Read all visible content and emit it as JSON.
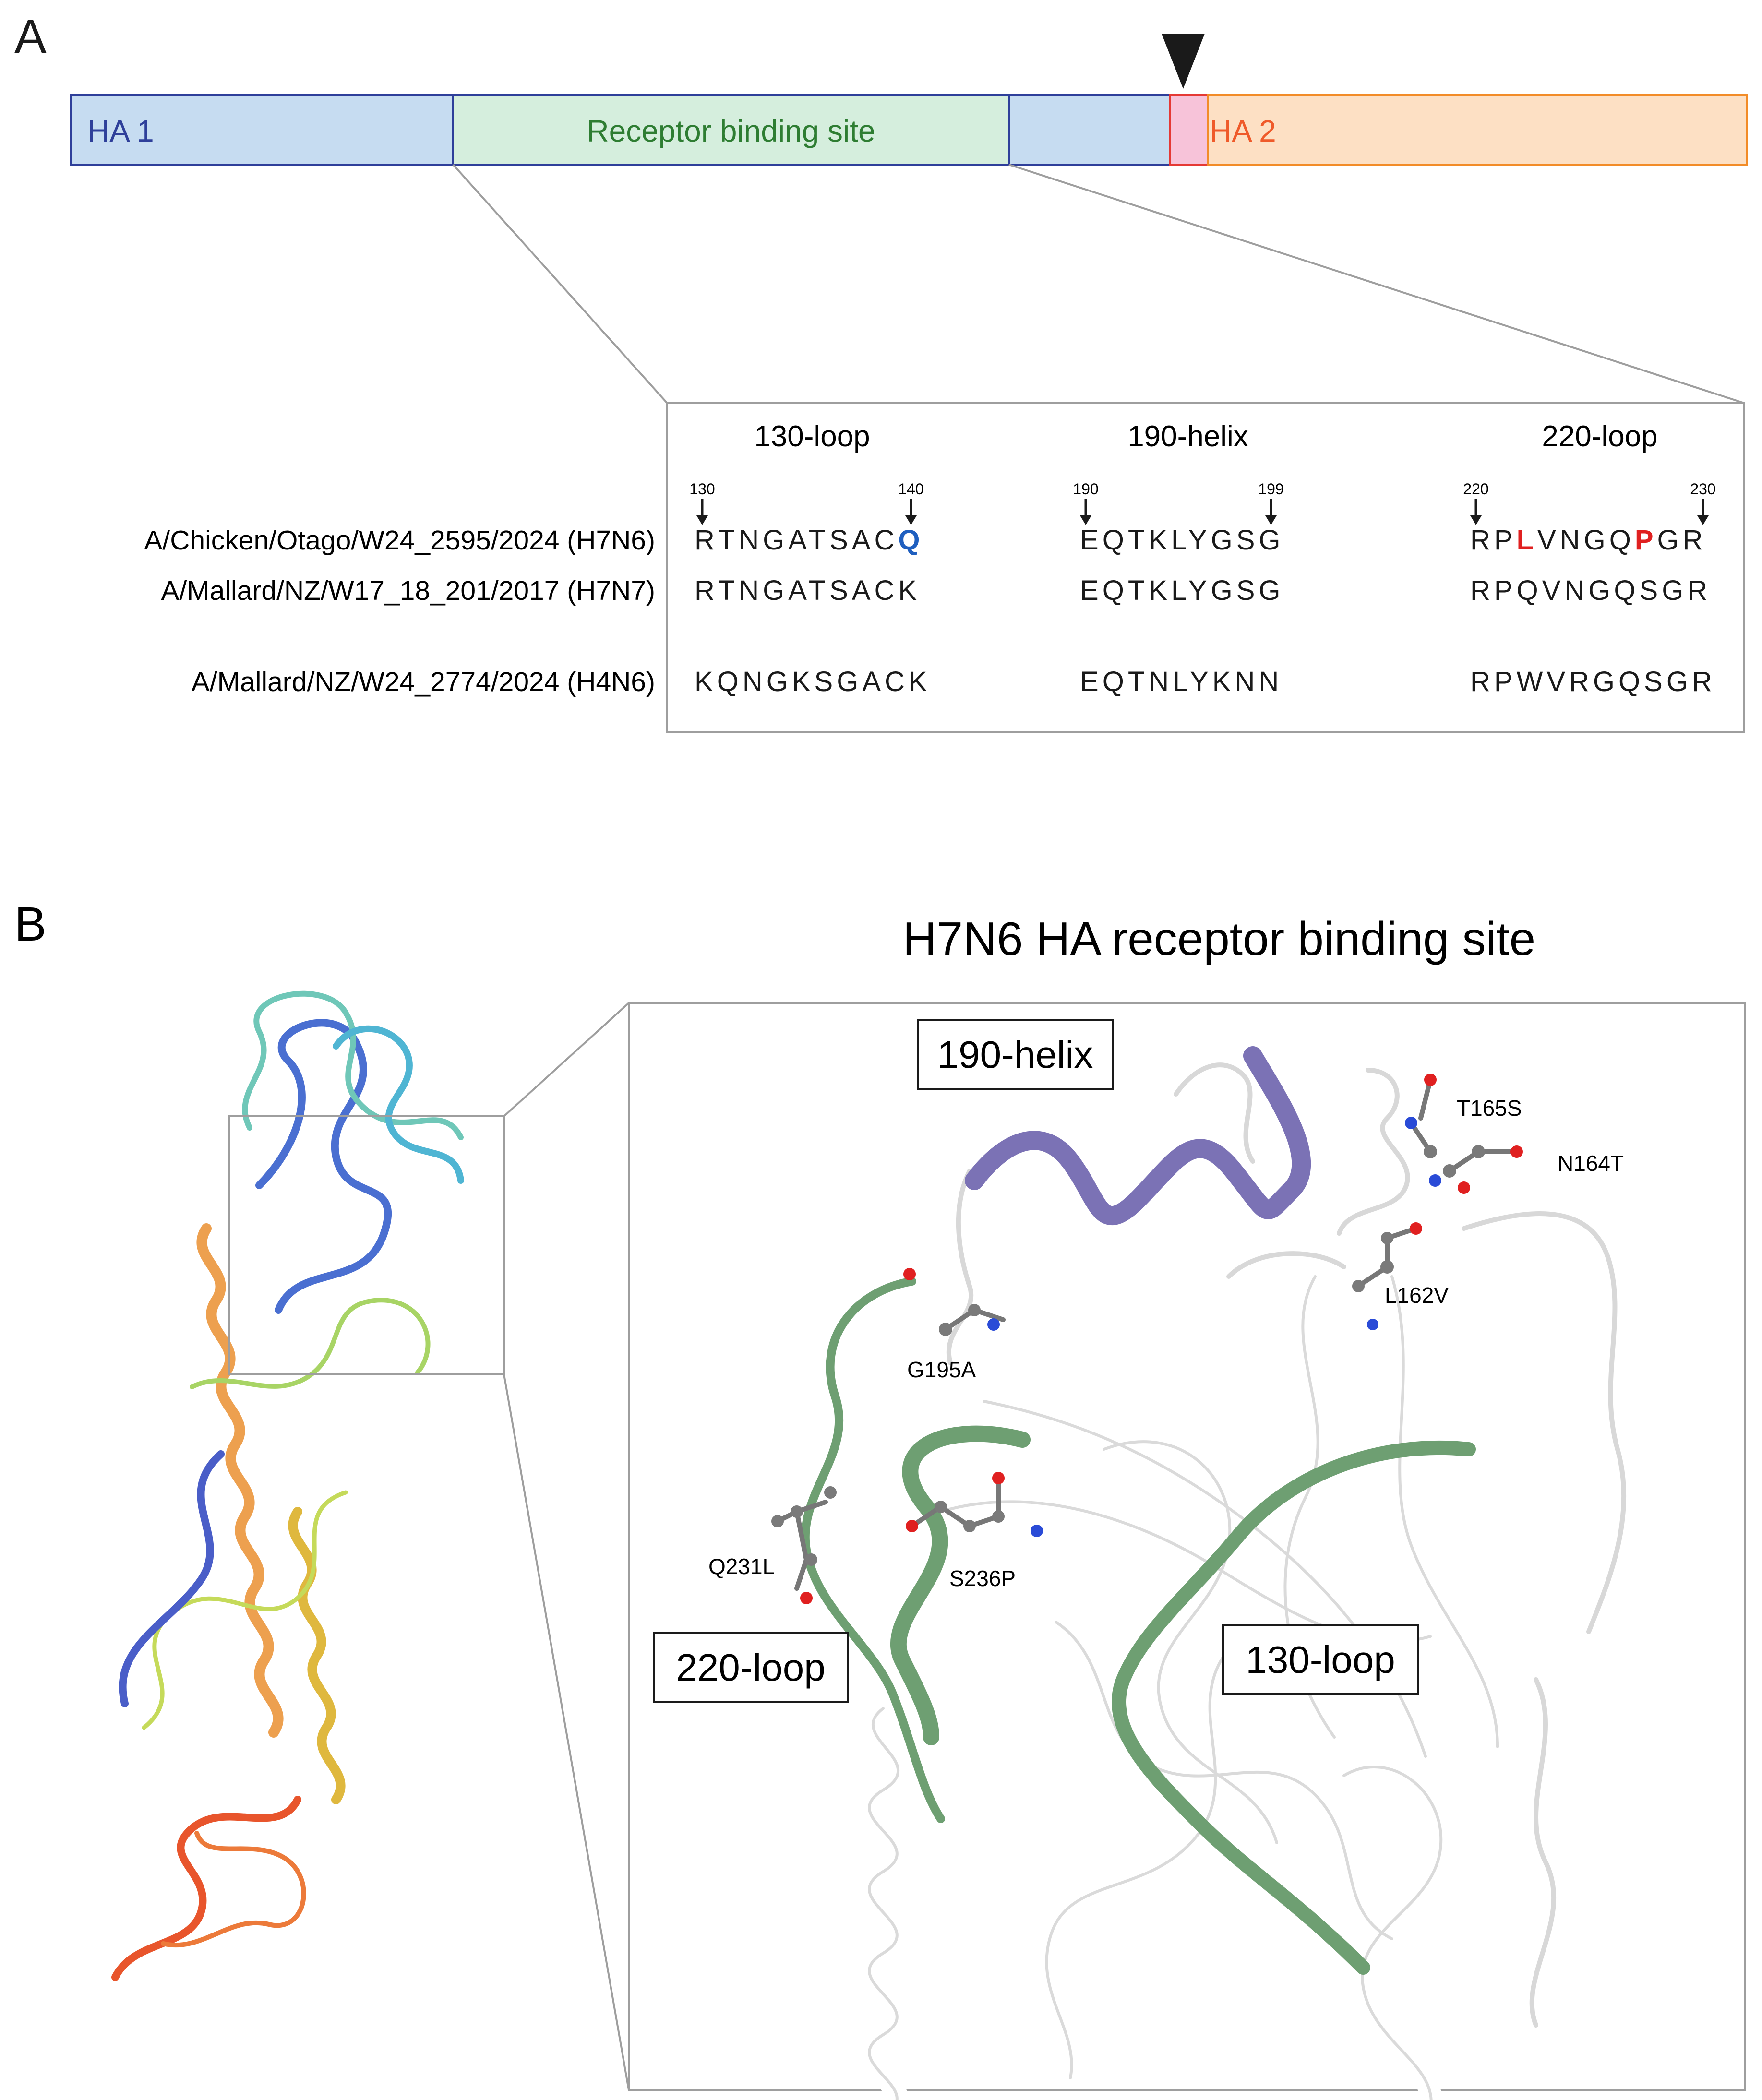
{
  "panels": {
    "a": {
      "label": "A"
    },
    "b": {
      "label": "B",
      "title": "H7N6 HA receptor binding site"
    }
  },
  "domain_bar": {
    "segments": [
      {
        "label": "HA 1",
        "fill": "#c6dcf1",
        "stroke": "#2e3f9a",
        "text_color": "#2e3f9a"
      },
      {
        "label": "Receptor binding site",
        "fill": "#d5eedd",
        "stroke": "#2e3f9a",
        "text_color": "#2e7d32"
      },
      {
        "label": "",
        "fill": "#c6dcf1",
        "stroke": "#2e3f9a",
        "text_color": "#2e3f9a"
      },
      {
        "label": "",
        "fill": "#f7c3d9",
        "stroke": "#e53935",
        "text_color": "#e53935"
      },
      {
        "label": "HA 2",
        "fill": "#fde0c4",
        "stroke": "#f28c28",
        "text_color": "#ef5a2a"
      }
    ]
  },
  "alignment": {
    "regions": [
      {
        "title": "130-loop",
        "start": "130",
        "end": "140"
      },
      {
        "title": "190-helix",
        "start": "190",
        "end": "199"
      },
      {
        "title": "220-loop",
        "start": "220",
        "end": "230"
      }
    ],
    "strains": [
      {
        "name": "A/Chicken/Otago/W24_2595/2024 (H7N6)",
        "seqs": [
          "RTNGATSACQ",
          "EQTKLYGSG",
          "RPLVNGQPGR"
        ]
      },
      {
        "name": "A/Mallard/NZ/W17_18_201/2017 (H7N7)",
        "seqs": [
          "RTNGATSACK",
          "EQTKLYGSG",
          "RPQVNGQSGR"
        ]
      },
      {
        "name": "A/Mallard/NZ/W24_2774/2024 (H4N6)",
        "seqs": [
          "KQNGKSGACK",
          "EQTNLYKNN",
          "RPWVRGQSGR"
        ]
      }
    ],
    "highlights": [
      {
        "strain": 0,
        "region": 0,
        "pos": 9,
        "color": "#1f5fbf"
      },
      {
        "strain": 0,
        "region": 2,
        "pos": 2,
        "color": "#e02020"
      },
      {
        "strain": 0,
        "region": 2,
        "pos": 7,
        "color": "#e02020"
      }
    ]
  },
  "structure": {
    "boxed_labels": [
      "190-helix",
      "220-loop",
      "130-loop"
    ],
    "mutations": [
      "T165S",
      "N164T",
      "L162V",
      "G195A",
      "Q231L",
      "S236P"
    ],
    "colors": {
      "helix190": "#7b72b5",
      "loops": "#6e9f72",
      "backbone": "#e9e9e9"
    }
  }
}
